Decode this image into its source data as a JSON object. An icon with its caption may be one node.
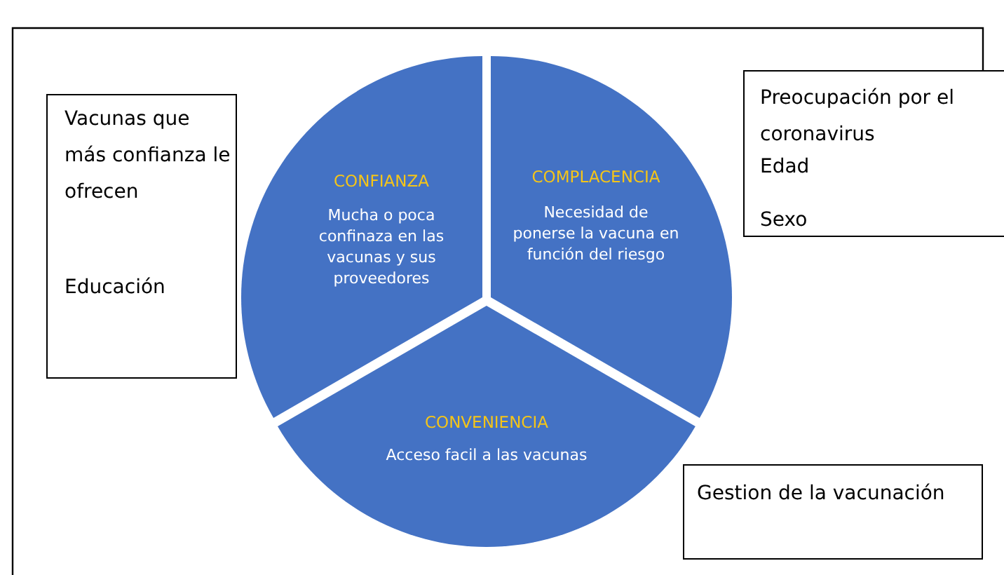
{
  "diagram": {
    "nodes": [
      {
        "text": [
          "CONFIANZA",
          "Mucha o poca confinaza en las vacunas y sus proveedores"
        ]
      },
      {
        "text": [
          "COMPLACENCIA",
          "Necesidad de ponerse la vacuna en función del riesgo"
        ]
      },
      {
        "text": [
          "CONVENIENCIA",
          "Acceso facil a las vacunas"
        ]
      },
      {
        "text": [
          "Vacunas que más confianza le ofrecen",
          "Educación"
        ]
      },
      {
        "text": [
          "Preocupación por el coronavirus",
          "Edad",
          "Sexo"
        ]
      },
      {
        "text": [
          "Gestion de la vacunación"
        ]
      }
    ]
  }
}
